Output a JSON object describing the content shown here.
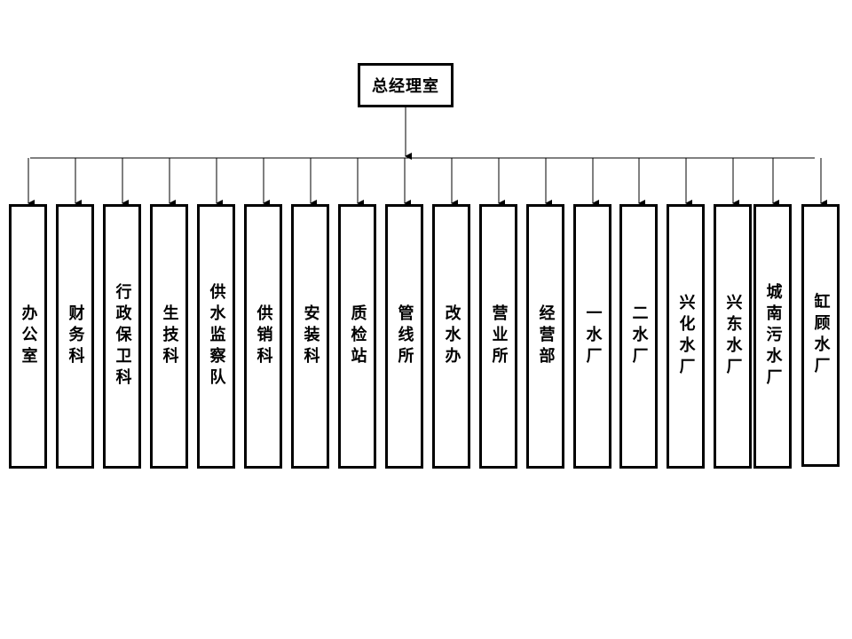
{
  "root": {
    "label": "总经理室"
  },
  "departments": [
    {
      "label": "办公室"
    },
    {
      "label": "财务科"
    },
    {
      "label": "行政保卫科"
    },
    {
      "label": "生技科"
    },
    {
      "label": "供水监察队"
    },
    {
      "label": "供销科"
    },
    {
      "label": "安装科"
    },
    {
      "label": "质检站"
    },
    {
      "label": "管线所"
    },
    {
      "label": "改水办"
    },
    {
      "label": "营业所"
    },
    {
      "label": "经营部"
    },
    {
      "label": "一水厂"
    },
    {
      "label": "二水厂"
    },
    {
      "label": "兴化水厂"
    },
    {
      "label": "兴东水厂"
    },
    {
      "label": "城南污水厂"
    },
    {
      "label": "缸顾水厂"
    }
  ]
}
